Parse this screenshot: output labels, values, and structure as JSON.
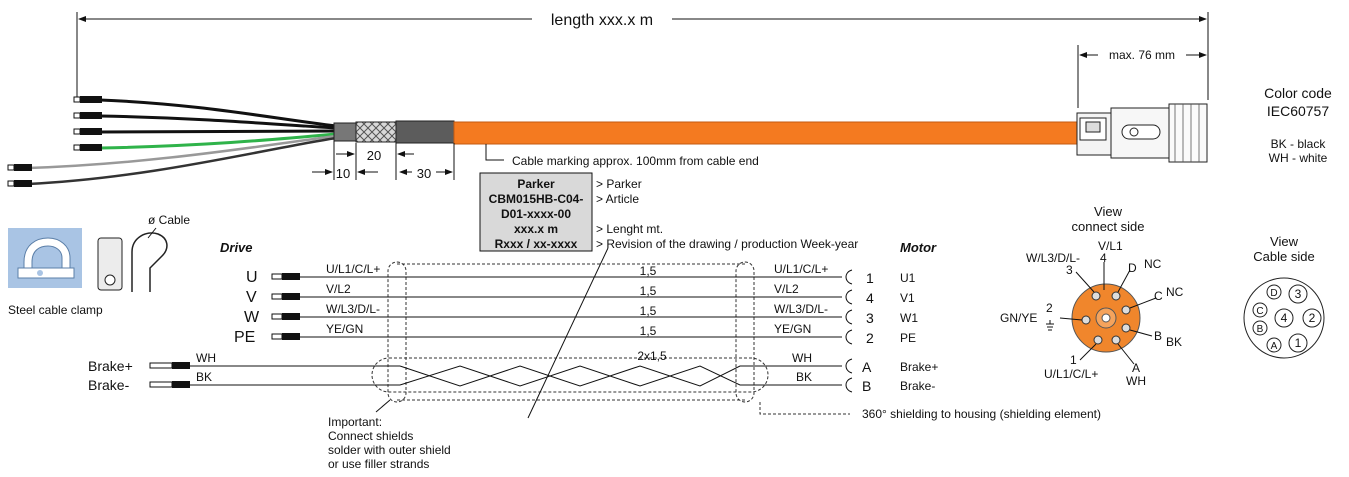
{
  "header": {
    "length_label": "length xxx.x m",
    "max_label": "max. 76 mm"
  },
  "color_code": {
    "title1": "Color code",
    "title2": "IEC60757",
    "bk": "BK - black",
    "wh": "WH - white"
  },
  "cable": {
    "marking_note": "Cable marking approx. 100mm from cable end",
    "dim_20": "20",
    "dim_10": "10",
    "dim_30": "30",
    "sleeve_color": "#f47a20"
  },
  "label_box": {
    "lines": [
      "Parker",
      "CBM015HB-C04-",
      "D01-xxxx-00",
      "xxx.x m",
      "Rxxx / xx-xxxx"
    ],
    "notes": [
      "> Parker",
      "> Article",
      "> Lenght mt.",
      "> Revision of the drawing / production Week-year"
    ]
  },
  "clamp": {
    "cable_label": "ø Cable",
    "caption": "Steel cable clamp"
  },
  "wiring": {
    "drive_title": "Drive",
    "motor_title": "Motor",
    "rows": [
      {
        "drive": "U",
        "left_code": "U/L1/C/L+",
        "cross": "1,5",
        "right_code": "U/L1/C/L+",
        "pin": "1",
        "motor": "U1"
      },
      {
        "drive": "V",
        "left_code": "V/L2",
        "cross": "1,5",
        "right_code": "V/L2",
        "pin": "4",
        "motor": "V1"
      },
      {
        "drive": "W",
        "left_code": "W/L3/D/L-",
        "cross": "1,5",
        "right_code": "W/L3/D/L-",
        "pin": "3",
        "motor": "W1"
      },
      {
        "drive": "PE",
        "left_code": "YE/GN",
        "cross": "1,5",
        "right_code": "YE/GN",
        "pin": "2",
        "motor": "PE"
      }
    ],
    "brake_cross": "2x1,5",
    "brake_rows": [
      {
        "drive": "Brake+",
        "left_code": "WH",
        "right_code": "WH",
        "pin": "A",
        "motor": "Brake+"
      },
      {
        "drive": "Brake-",
        "left_code": "BK",
        "right_code": "BK",
        "pin": "B",
        "motor": "Brake-"
      }
    ],
    "important": [
      "Important:",
      "Connect shields",
      "solder with outer shield",
      "or use filler strands"
    ],
    "shield_note": "360° shielding to housing (shielding element)"
  },
  "connect_view": {
    "title1": "View",
    "title2": "connect side",
    "labels": {
      "vl1": "V/L1",
      "pin4": "4",
      "wl3": "W/L3/D/L-",
      "pin3": "3",
      "d": "D",
      "nc1": "NC",
      "c": "C",
      "nc2": "NC",
      "gnye": "GN/YE",
      "pin2": "2",
      "b": "B",
      "bk": "BK",
      "pin1": "1",
      "ul1": "U/L1/C/L+",
      "a": "A",
      "wh": "WH"
    },
    "color": "#f0862c"
  },
  "cable_view": {
    "title1": "View",
    "title2": "Cable side",
    "pins": [
      "D",
      "3",
      "C",
      "4",
      "2",
      "B",
      "A",
      "1"
    ]
  }
}
